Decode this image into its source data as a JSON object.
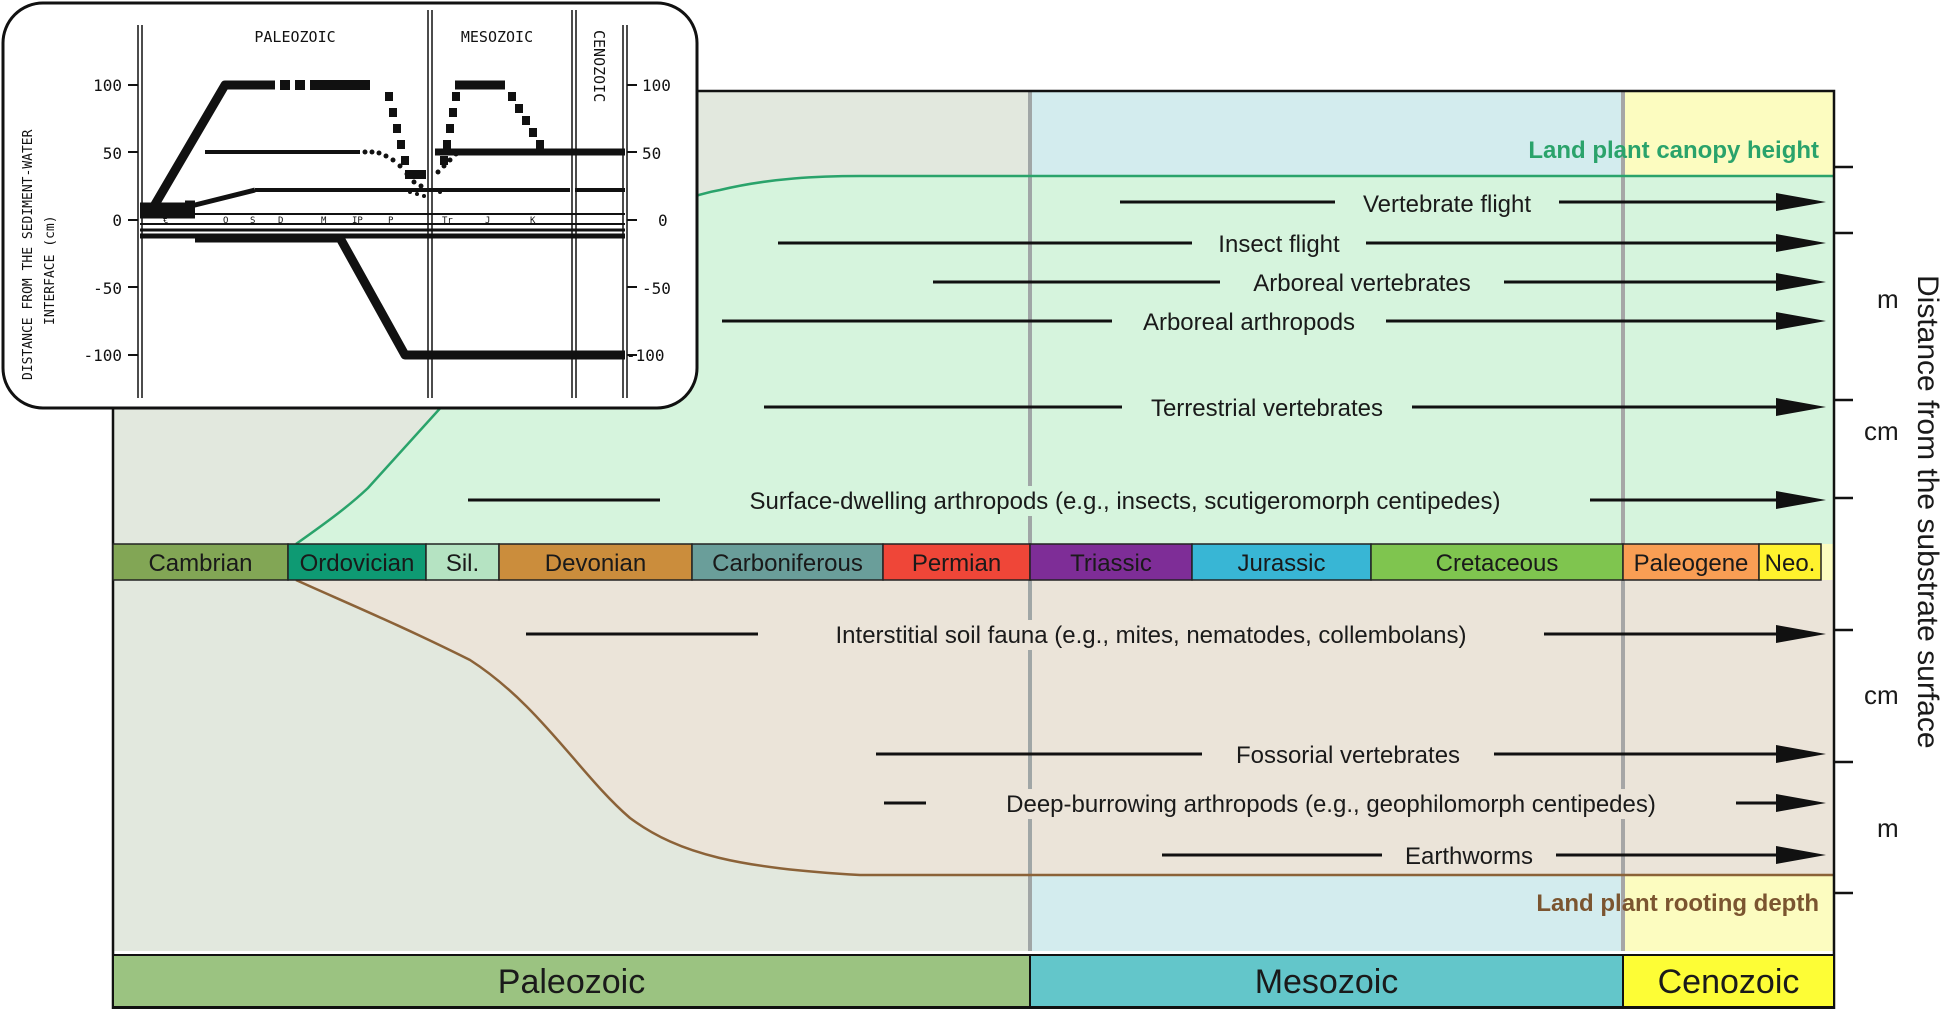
{
  "colors": {
    "paleozoic_bg": "#e2e8de",
    "mesozoic_bg": "#d3ecee",
    "cenozoic_bg": "#fcfcc0",
    "above_ground_fill": "#d6f4dd",
    "below_ground_fill": "#ebe4d9",
    "canopy_line": "#2aa36b",
    "rooting_line": "#8b6238"
  },
  "main_title_labels": {
    "canopy": "Land plant canopy height",
    "rooting": "Land plant rooting depth"
  },
  "axis": {
    "right_label": "Distance from the substrate surface",
    "upper_ticks": [
      "m",
      "cm"
    ],
    "lower_ticks": [
      "cm",
      "m"
    ]
  },
  "periods": [
    {
      "name": "Cambrian",
      "color": "#82a655"
    },
    {
      "name": "Ordovician",
      "color": "#0e9a73"
    },
    {
      "name": "Sil.",
      "color": "#b5e3c2"
    },
    {
      "name": "Devonian",
      "color": "#cb8d3c"
    },
    {
      "name": "Carboniferous",
      "color": "#6a9e9a"
    },
    {
      "name": "Permian",
      "color": "#ef4638"
    },
    {
      "name": "Triassic",
      "color": "#7e2d97"
    },
    {
      "name": "Jurassic",
      "color": "#38b6d5"
    },
    {
      "name": "Cretaceous",
      "color": "#7fc54f"
    },
    {
      "name": "Paleogene",
      "color": "#f99e54"
    },
    {
      "name": "Neo.",
      "color": "#fff22d"
    }
  ],
  "eras": [
    {
      "name": "Paleozoic",
      "color": "#9bc381"
    },
    {
      "name": "Mesozoic",
      "color": "#63c6ca"
    },
    {
      "name": "Cenozoic",
      "color": "#fdfd36"
    }
  ],
  "above_ground_lineages": [
    {
      "label": "Vertebrate flight"
    },
    {
      "label": "Insect flight"
    },
    {
      "label": "Arboreal vertebrates"
    },
    {
      "label": "Arboreal arthropods"
    },
    {
      "label": "Terrestrial vertebrates"
    },
    {
      "label": "Surface-dwelling arthropods (e.g., insects, scutigeromorph centipedes)"
    }
  ],
  "below_ground_lineages": [
    {
      "label": "Interstitial soil fauna (e.g., mites, nematodes, collembolans)"
    },
    {
      "label": "Fossorial vertebrates"
    },
    {
      "label": "Deep-burrowing arthropods (e.g., geophilomorph centipedes)"
    },
    {
      "label": "Earthworms"
    }
  ],
  "inset": {
    "era_labels": [
      "PALEOZOIC",
      "MESOZOIC",
      "CENOZOIC"
    ],
    "y_axis_label_line1": "DISTANCE FROM THE SEDIMENT-WATER",
    "y_axis_label_line2": "INTERFACE (cm)",
    "y_ticks": [
      "100",
      "50",
      "0",
      "-50",
      "-100"
    ],
    "right_ticks": [
      "100",
      "50",
      "0",
      "-50",
      "-100"
    ],
    "period_letters": [
      "€",
      "O",
      "S",
      "D",
      "M",
      "IP",
      "P",
      "Tr",
      "J",
      "K"
    ]
  }
}
